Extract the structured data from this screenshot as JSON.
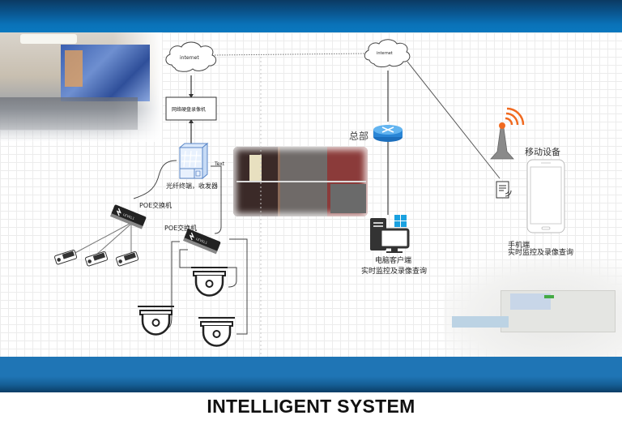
{
  "header": {},
  "diagram": {
    "left_cloud": "internet",
    "right_cloud": "internet",
    "nvr_label": "网络硬盘录像机",
    "fiber_transceiver_label": "光纤终端，收发器",
    "text_port_label": "Text",
    "poe_switch_1_label": "POE交换机",
    "poe_switch_2_label": "POE交换机",
    "hq_label": "总部",
    "pc_client_line1": "电脑客户端",
    "pc_client_line2": "实时监控及录像查询",
    "mobile_title": "移动设备",
    "mobile_line1": "手机端",
    "mobile_line2": "实时监控及录像查询",
    "switch_brand": "LEVEL1"
  },
  "footer": {
    "title": "INTELLIGENT SYSTEM"
  },
  "colors": {
    "bar_blue": "#1f75b5",
    "bar_dark": "#0b3a63",
    "router_blue": "#3d9be0",
    "windows_blue": "#1aa1e0",
    "antenna_orange": "#f06a20"
  }
}
